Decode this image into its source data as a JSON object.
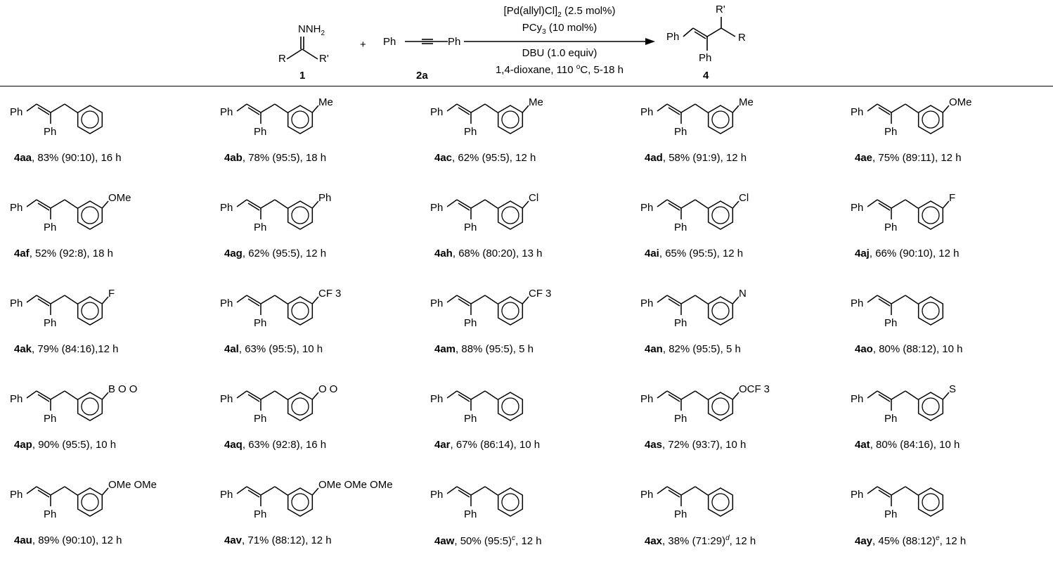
{
  "scheme": {
    "reagent_label": "NNH",
    "reagent_sub": "2",
    "r_label": "R",
    "rprime_label": "R'",
    "compound1": "1",
    "plus": "+",
    "ph": "Ph",
    "compound2": "2a",
    "cond1_a": "[Pd(allyl)Cl]",
    "cond1_sub": "2",
    "cond1_b": " (2.5 mol%)",
    "cond2_a": "PCy",
    "cond2_sub": "3",
    "cond2_b": " (10 mol%)",
    "cond3": "DBU (1.0 equiv)",
    "cond4_a": "1,4-dioxane, 110 ",
    "cond4_sup": "o",
    "cond4_b": "C, 5-18 h",
    "compound4": "4",
    "prod_r": "R",
    "prod_rprime": "R'"
  },
  "entries": [
    {
      "id": "4aa",
      "yield": "83%",
      "ratio": "(90:10)",
      "note": "",
      "sep": ", ",
      "time": "16 h",
      "sub": []
    },
    {
      "id": "4ab",
      "yield": "78%",
      "ratio": "(95:5)",
      "note": "",
      "sep": ", ",
      "time": "18 h",
      "sub": [
        "Me"
      ]
    },
    {
      "id": "4ac",
      "yield": "62%",
      "ratio": "(95:5)",
      "note": "",
      "sep": ", ",
      "time": "12 h",
      "sub": [
        "Me"
      ]
    },
    {
      "id": "4ad",
      "yield": "58%",
      "ratio": "(91:9)",
      "note": "",
      "sep": ", ",
      "time": "12 h",
      "sub": [
        "Me"
      ]
    },
    {
      "id": "4ae",
      "yield": "75%",
      "ratio": "(89:11)",
      "note": "",
      "sep": ", ",
      "time": "12 h",
      "sub": [
        "OMe"
      ]
    },
    {
      "id": "4af",
      "yield": "52%",
      "ratio": "(92:8)",
      "note": "",
      "sep": ", ",
      "time": "18 h",
      "sub": [
        "OMe"
      ]
    },
    {
      "id": "4ag",
      "yield": "62%",
      "ratio": "(95:5)",
      "note": "",
      "sep": ", ",
      "time": "12 h",
      "sub": [
        "Ph"
      ]
    },
    {
      "id": "4ah",
      "yield": "68%",
      "ratio": "(80:20)",
      "note": "",
      "sep": ", ",
      "time": "13 h",
      "sub": [
        "Cl"
      ]
    },
    {
      "id": "4ai",
      "yield": "65%",
      "ratio": "(95:5)",
      "note": "",
      "sep": ", ",
      "time": "12 h",
      "sub": [
        "Cl"
      ]
    },
    {
      "id": "4aj",
      "yield": "66%",
      "ratio": "(90:10)",
      "note": "",
      "sep": ", ",
      "time": "12 h",
      "sub": [
        "F"
      ]
    },
    {
      "id": "4ak",
      "yield": "79%",
      "ratio": "(84:16)",
      "note": "",
      "sep": ",",
      "time": "12 h",
      "sub": [
        "F"
      ]
    },
    {
      "id": "4al",
      "yield": "63%",
      "ratio": "(95:5)",
      "note": "",
      "sep": ", ",
      "time": "10 h",
      "sub": [
        "CF",
        "3"
      ]
    },
    {
      "id": "4am",
      "yield": "88%",
      "ratio": "(95:5)",
      "note": "",
      "sep": ", ",
      "time": "5 h",
      "sub": [
        "CF",
        "3"
      ]
    },
    {
      "id": "4an",
      "yield": "82%",
      "ratio": "(95:5)",
      "note": "",
      "sep": ", ",
      "time": "5 h",
      "sub": [
        "N"
      ]
    },
    {
      "id": "4ao",
      "yield": "80%",
      "ratio": "(88:12)",
      "note": "",
      "sep": ", ",
      "time": "10 h",
      "sub": []
    },
    {
      "id": "4ap",
      "yield": "90%",
      "ratio": "(95:5)",
      "note": "",
      "sep": ", ",
      "time": "10 h",
      "sub": [
        "B",
        "O",
        "O"
      ]
    },
    {
      "id": "4aq",
      "yield": "63%",
      "ratio": "(92:8)",
      "note": "",
      "sep": ", ",
      "time": "16 h",
      "sub": [
        "O",
        "O"
      ]
    },
    {
      "id": "4ar",
      "yield": "67%",
      "ratio": "(86:14)",
      "note": "",
      "sep": ", ",
      "time": "10 h",
      "sub": []
    },
    {
      "id": "4as",
      "yield": "72%",
      "ratio": "(93:7)",
      "note": "",
      "sep": ", ",
      "time": "10 h",
      "sub": [
        "OCF",
        "3"
      ]
    },
    {
      "id": "4at",
      "yield": "80%",
      "ratio": "(84:16)",
      "note": "",
      "sep": ", ",
      "time": "10 h",
      "sub": [
        "S"
      ]
    },
    {
      "id": "4au",
      "yield": "89%",
      "ratio": "(90:10)",
      "note": "",
      "sep": ", ",
      "time": "12 h",
      "sub": [
        "OMe",
        "OMe"
      ]
    },
    {
      "id": "4av",
      "yield": "71%",
      "ratio": "(88:12)",
      "note": "",
      "sep": ", ",
      "time": "12 h",
      "sub": [
        "OMe",
        "OMe",
        "OMe"
      ]
    },
    {
      "id": "4aw",
      "yield": "50%",
      "ratio": "(95:5)",
      "note": "c",
      "sep": ", ",
      "time": "12 h",
      "sub": []
    },
    {
      "id": "4ax",
      "yield": "38%",
      "ratio": "(71:29)",
      "note": "d",
      "sep": ", ",
      "time": "12 h",
      "sub": []
    },
    {
      "id": "4ay",
      "yield": "45%",
      "ratio": "(88:12)",
      "note": "e",
      "sep": ", ",
      "time": "12 h",
      "sub": []
    }
  ],
  "colors": {
    "ink": "#000000",
    "background": "#ffffff"
  }
}
